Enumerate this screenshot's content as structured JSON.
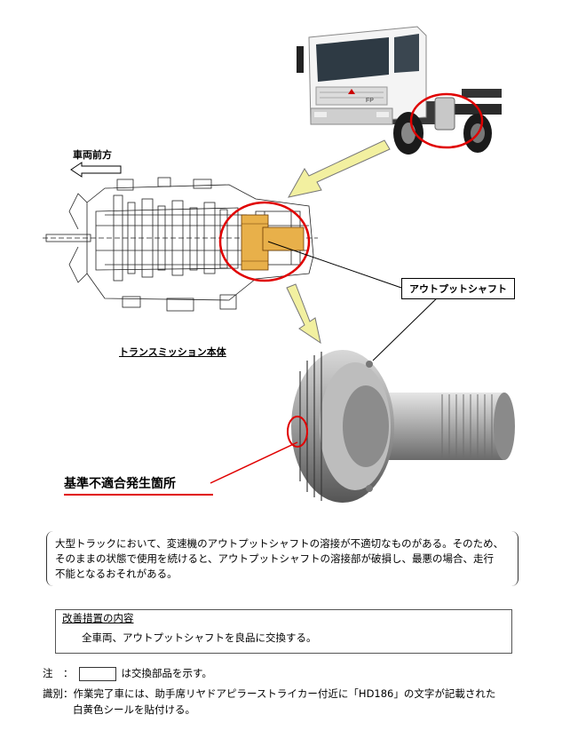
{
  "labels": {
    "vehicle_front": "車両前方",
    "transmission": "トランスミッション本体",
    "output_shaft": "アウトプットシャフト",
    "defect_location": "基準不適合発生箇所"
  },
  "description": {
    "line1": "大型トラックにおいて、変速機のアウトプットシャフトの溶接が不適切なものがある。そのため、",
    "line2": "そのままの状態で使用を続けると、アウトプットシャフトの溶接部が破損し、最悪の場合、走行",
    "line3": "不能となるおそれがある。"
  },
  "remedy": {
    "title": "改善措置の内容",
    "body": "全車両、アウトプットシャフトを良品に交換する。"
  },
  "notes": {
    "note_label": "注　：",
    "note_text": "は交換部品を示す。",
    "id_label": "識別：",
    "id_line1": "作業完了車には、助手席リヤドアピラーストライカー付近に「HD186」の文字が記載された",
    "id_line2": "白黄色シールを貼付ける。"
  },
  "truck": {
    "badge": "FP"
  },
  "colors": {
    "highlight": "#e00000",
    "arrow_fill": "#f2f0a0",
    "part_fill": "#e8b04a"
  }
}
